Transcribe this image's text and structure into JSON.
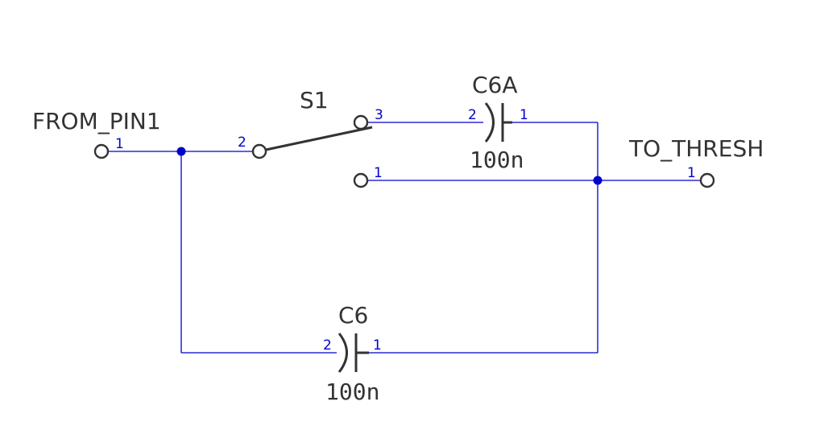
{
  "ports": {
    "from_pin1": {
      "name": "FROM_PIN1",
      "pin": "1"
    },
    "to_thresh": {
      "name": "TO_THRESH",
      "pin": "1"
    }
  },
  "switch_s1": {
    "ref": "S1",
    "pins": {
      "common": "2",
      "throw_a": "3",
      "throw_b": "1"
    }
  },
  "capacitor_c6a": {
    "ref": "C6A",
    "value": "100n",
    "pins": {
      "left": "2",
      "right": "1"
    }
  },
  "capacitor_c6": {
    "ref": "C6",
    "value": "100n",
    "pins": {
      "left": "2",
      "right": "1"
    }
  },
  "colors": {
    "wire": "#0000cc",
    "component": "#333333",
    "background": "#ffffff"
  }
}
